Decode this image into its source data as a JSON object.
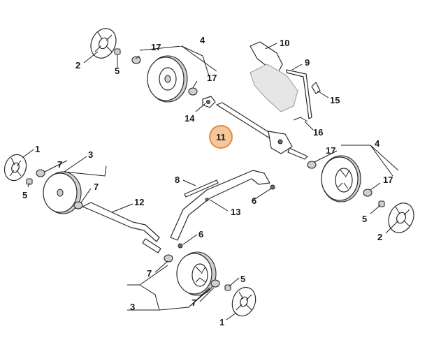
{
  "callouts": {
    "c1a": "1",
    "c1b": "1",
    "c2a": "2",
    "c2b": "2",
    "c3a": "3",
    "c3b": "3",
    "c4a": "4",
    "c4b": "4",
    "c5a": "5",
    "c5b": "5",
    "c5c": "5",
    "c5d": "5",
    "c6a": "6",
    "c6b": "6",
    "c7a": "7",
    "c7b": "7",
    "c7c": "7",
    "c7d": "7",
    "c8": "8",
    "c9": "9",
    "c10": "10",
    "c11": "11",
    "c12": "12",
    "c13": "13",
    "c14": "14",
    "c15": "15",
    "c16": "16",
    "c17a": "17",
    "c17b": "17",
    "c17c": "17",
    "c17d": "17"
  },
  "highlight": {
    "part": "11",
    "fill": "#f6c79b",
    "stroke": "#e58a3b"
  }
}
